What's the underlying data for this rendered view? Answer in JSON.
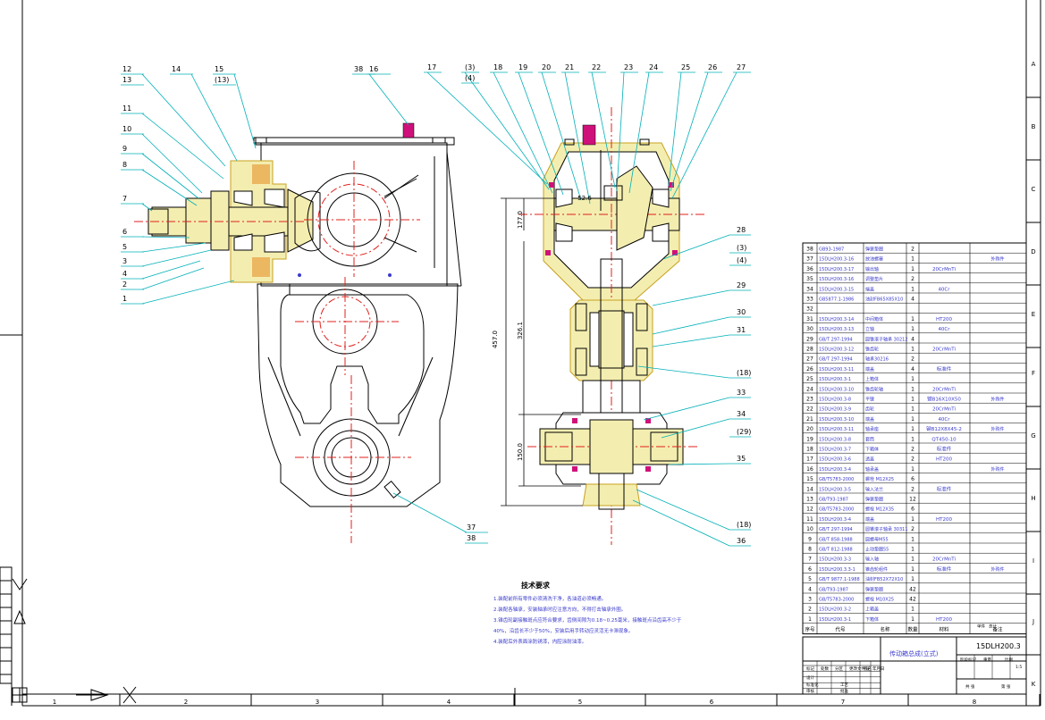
{
  "drawing": {
    "number": "15DLH200.3",
    "title_block_label": "传动箱总成(立式)"
  },
  "grid": {
    "columns": [
      "1",
      "2",
      "3",
      "4",
      "5",
      "6",
      "7",
      "8"
    ],
    "rows": [
      "A",
      "B",
      "C",
      "D",
      "E",
      "F",
      "G",
      "H",
      "I",
      "J",
      "K"
    ]
  },
  "callouts": {
    "left_view": [
      "12",
      "13",
      "14",
      "15",
      "(13)",
      "38",
      "16",
      "11",
      "10",
      "9",
      "8",
      "7",
      "6",
      "5",
      "3",
      "4",
      "2",
      "1",
      "37",
      "38"
    ],
    "right_view_top": [
      "17",
      "(3)",
      "(4)",
      "18",
      "19",
      "20",
      "21",
      "22",
      "23",
      "24",
      "25",
      "26",
      "27"
    ],
    "right_view_side": [
      "28",
      "(3)",
      "(4)",
      "29",
      "30",
      "31",
      "(18)",
      "33",
      "34",
      "(29)",
      "35",
      "(18)",
      "36"
    ]
  },
  "dimensions": [
    "177.0",
    "457.0",
    "326.1",
    "150.0",
    "52.6"
  ],
  "notes": {
    "title": "技术要求",
    "lines": [
      "1.装配前所有零件必须清洗干净，各油道必须畅通。",
      "2.装配各轴承，安装轴承时应注意方向，不得打击轴承外圈。",
      "3.锥齿轮副接触斑点应符合要求，齿侧间隙为0.18~0.25毫米，接触斑点沿齿高不少于",
      "   40%，沿齿长不少于50%，安装后用手转动应灵活无卡滞现象。",
      "4.装配后外表面涂防锈漆，内腔涂耐油漆。"
    ]
  },
  "bom": {
    "rows": [
      {
        "no": "38",
        "code": "GB93-1987",
        "name": "弹簧垫圈",
        "qty": "2",
        "mat": "",
        "note": ""
      },
      {
        "no": "37",
        "code": "15DLH200.3-16",
        "name": "放油螺塞",
        "qty": "1",
        "mat": "",
        "note": "外购件"
      },
      {
        "no": "36",
        "code": "15DLH200.3-17",
        "name": "输出轴",
        "qty": "1",
        "mat": "20CrMnTi",
        "note": ""
      },
      {
        "no": "35",
        "code": "15DLH200.3-16",
        "name": "调整垫片",
        "qty": "2",
        "mat": "",
        "note": ""
      },
      {
        "no": "34",
        "code": "15DLH200.3-15",
        "name": "端盖",
        "qty": "1",
        "mat": "40Cr",
        "note": ""
      },
      {
        "no": "33",
        "code": "GB5877.1-1986",
        "name": "油封FB65X85X10",
        "qty": "4",
        "mat": "",
        "note": ""
      },
      {
        "no": "32",
        "code": "",
        "name": "",
        "qty": "",
        "mat": "",
        "note": ""
      },
      {
        "no": "31",
        "code": "15DLH200.3-14",
        "name": "中间箱体",
        "qty": "1",
        "mat": "HT200",
        "note": ""
      },
      {
        "no": "30",
        "code": "15DLH200.3-13",
        "name": "立轴",
        "qty": "1",
        "mat": "40Cr",
        "note": ""
      },
      {
        "no": "29",
        "code": "GB/T 297-1994",
        "name": "圆锥滚子轴承 30212",
        "qty": "4",
        "mat": "",
        "note": ""
      },
      {
        "no": "28",
        "code": "15DLH200.3-12",
        "name": "锥齿轮",
        "qty": "1",
        "mat": "20CrMnTi",
        "note": ""
      },
      {
        "no": "27",
        "code": "GB/T 297-1994",
        "name": "轴承30216",
        "qty": "2",
        "mat": "",
        "note": ""
      },
      {
        "no": "26",
        "code": "15DLH200.3-11",
        "name": "端盖",
        "qty": "4",
        "mat": "标准件",
        "note": ""
      },
      {
        "no": "25",
        "code": "15DLH200.3-1",
        "name": "上箱体",
        "qty": "1",
        "mat": "",
        "note": ""
      },
      {
        "no": "24",
        "code": "15DLH200.3-10",
        "name": "锥齿轮轴",
        "qty": "1",
        "mat": "20CrMnTi",
        "note": ""
      },
      {
        "no": "23",
        "code": "15DLH200.3-8",
        "name": "平键",
        "qty": "1",
        "mat": "键B16X10X50",
        "note": "外购件"
      },
      {
        "no": "22",
        "code": "15DLH200.3-9",
        "name": "齿轮",
        "qty": "1",
        "mat": "20CrMnTi",
        "note": ""
      },
      {
        "no": "21",
        "code": "15DLH200.3-10",
        "name": "端盖",
        "qty": "1",
        "mat": "40Cr",
        "note": ""
      },
      {
        "no": "20",
        "code": "15DLH200.3-11",
        "name": "轴承座",
        "qty": "1",
        "mat": "键B12X8X45-2",
        "note": "外购件"
      },
      {
        "no": "19",
        "code": "15DLH200.3-8",
        "name": "套筒",
        "qty": "1",
        "mat": "QT450-10",
        "note": ""
      },
      {
        "no": "18",
        "code": "15DLH200.3-7",
        "name": "下箱体",
        "qty": "2",
        "mat": "标准件",
        "note": ""
      },
      {
        "no": "17",
        "code": "15DLH200.3-6",
        "name": "透盖",
        "qty": "2",
        "mat": "HT200",
        "note": ""
      },
      {
        "no": "16",
        "code": "15DLH200.3-4",
        "name": "轴承盖",
        "qty": "1",
        "mat": "",
        "note": "外购件"
      },
      {
        "no": "15",
        "code": "GB/T5783-2000",
        "name": "螺栓 M12X25",
        "qty": "6",
        "mat": "",
        "note": ""
      },
      {
        "no": "14",
        "code": "15DLH200.3-5",
        "name": "输入法兰",
        "qty": "2",
        "mat": "标准件",
        "note": ""
      },
      {
        "no": "13",
        "code": "GB/T93-1987",
        "name": "弹簧垫圈",
        "qty": "12",
        "mat": "",
        "note": ""
      },
      {
        "no": "12",
        "code": "GB/T5783-2000",
        "name": "螺栓 M12X35",
        "qty": "6",
        "mat": "",
        "note": ""
      },
      {
        "no": "11",
        "code": "15DLH200.3-4",
        "name": "端盖",
        "qty": "1",
        "mat": "HT200",
        "note": ""
      },
      {
        "no": "10",
        "code": "GB/T 297-1994",
        "name": "圆锥滚子轴承 30311",
        "qty": "2",
        "mat": "",
        "note": ""
      },
      {
        "no": "9",
        "code": "GB/T 858-1988",
        "name": "圆螺母M55",
        "qty": "1",
        "mat": "",
        "note": ""
      },
      {
        "no": "8",
        "code": "GB/T 812-1988",
        "name": "止动垫圈55",
        "qty": "1",
        "mat": "",
        "note": ""
      },
      {
        "no": "7",
        "code": "15DLH200.3-3",
        "name": "输入轴",
        "qty": "1",
        "mat": "20CrMnTi",
        "note": ""
      },
      {
        "no": "6",
        "code": "15DLH200.3.3-1",
        "name": "锥齿轮组件",
        "qty": "1",
        "mat": "标准件",
        "note": "外购件"
      },
      {
        "no": "5",
        "code": "GB/T 9877.1-1988",
        "name": "油封FB52X72X10",
        "qty": "1",
        "mat": "",
        "note": ""
      },
      {
        "no": "4",
        "code": "GB/T93-1987",
        "name": "弹簧垫圈",
        "qty": "42",
        "mat": "",
        "note": ""
      },
      {
        "no": "3",
        "code": "GB/T5783-2000",
        "name": "螺栓 M10X25",
        "qty": "42",
        "mat": "",
        "note": ""
      },
      {
        "no": "2",
        "code": "15DLH200.3-2",
        "name": "上箱盖",
        "qty": "1",
        "mat": "",
        "note": ""
      },
      {
        "no": "1",
        "code": "15DLH200.3-1",
        "name": "下箱体",
        "qty": "1",
        "mat": "HT200",
        "note": ""
      }
    ],
    "header": {
      "no": "序号",
      "code": "代号",
      "name": "名称",
      "qty": "数量",
      "mat": "材料",
      "note": "备注"
    },
    "extra": {
      "a": "单件",
      "b": "总计"
    }
  },
  "title_block": {
    "cells": [
      "标记",
      "处数",
      "分区",
      "更改文件号",
      "签名",
      "年月日",
      "设计",
      "标准化",
      "审核",
      "工艺",
      "批准",
      "阶段标记",
      "重量",
      "比例",
      "1:5",
      "共 张",
      "第 张"
    ]
  },
  "colors": {
    "outline": "#000000",
    "leader": "#00b0b8",
    "center": "#e0201c",
    "hatch": "#3a3acc",
    "yellow": "#f3eeb0",
    "yellowStroke": "#c8a020",
    "orange": "#e8a040",
    "magenta": "#d0107a"
  }
}
